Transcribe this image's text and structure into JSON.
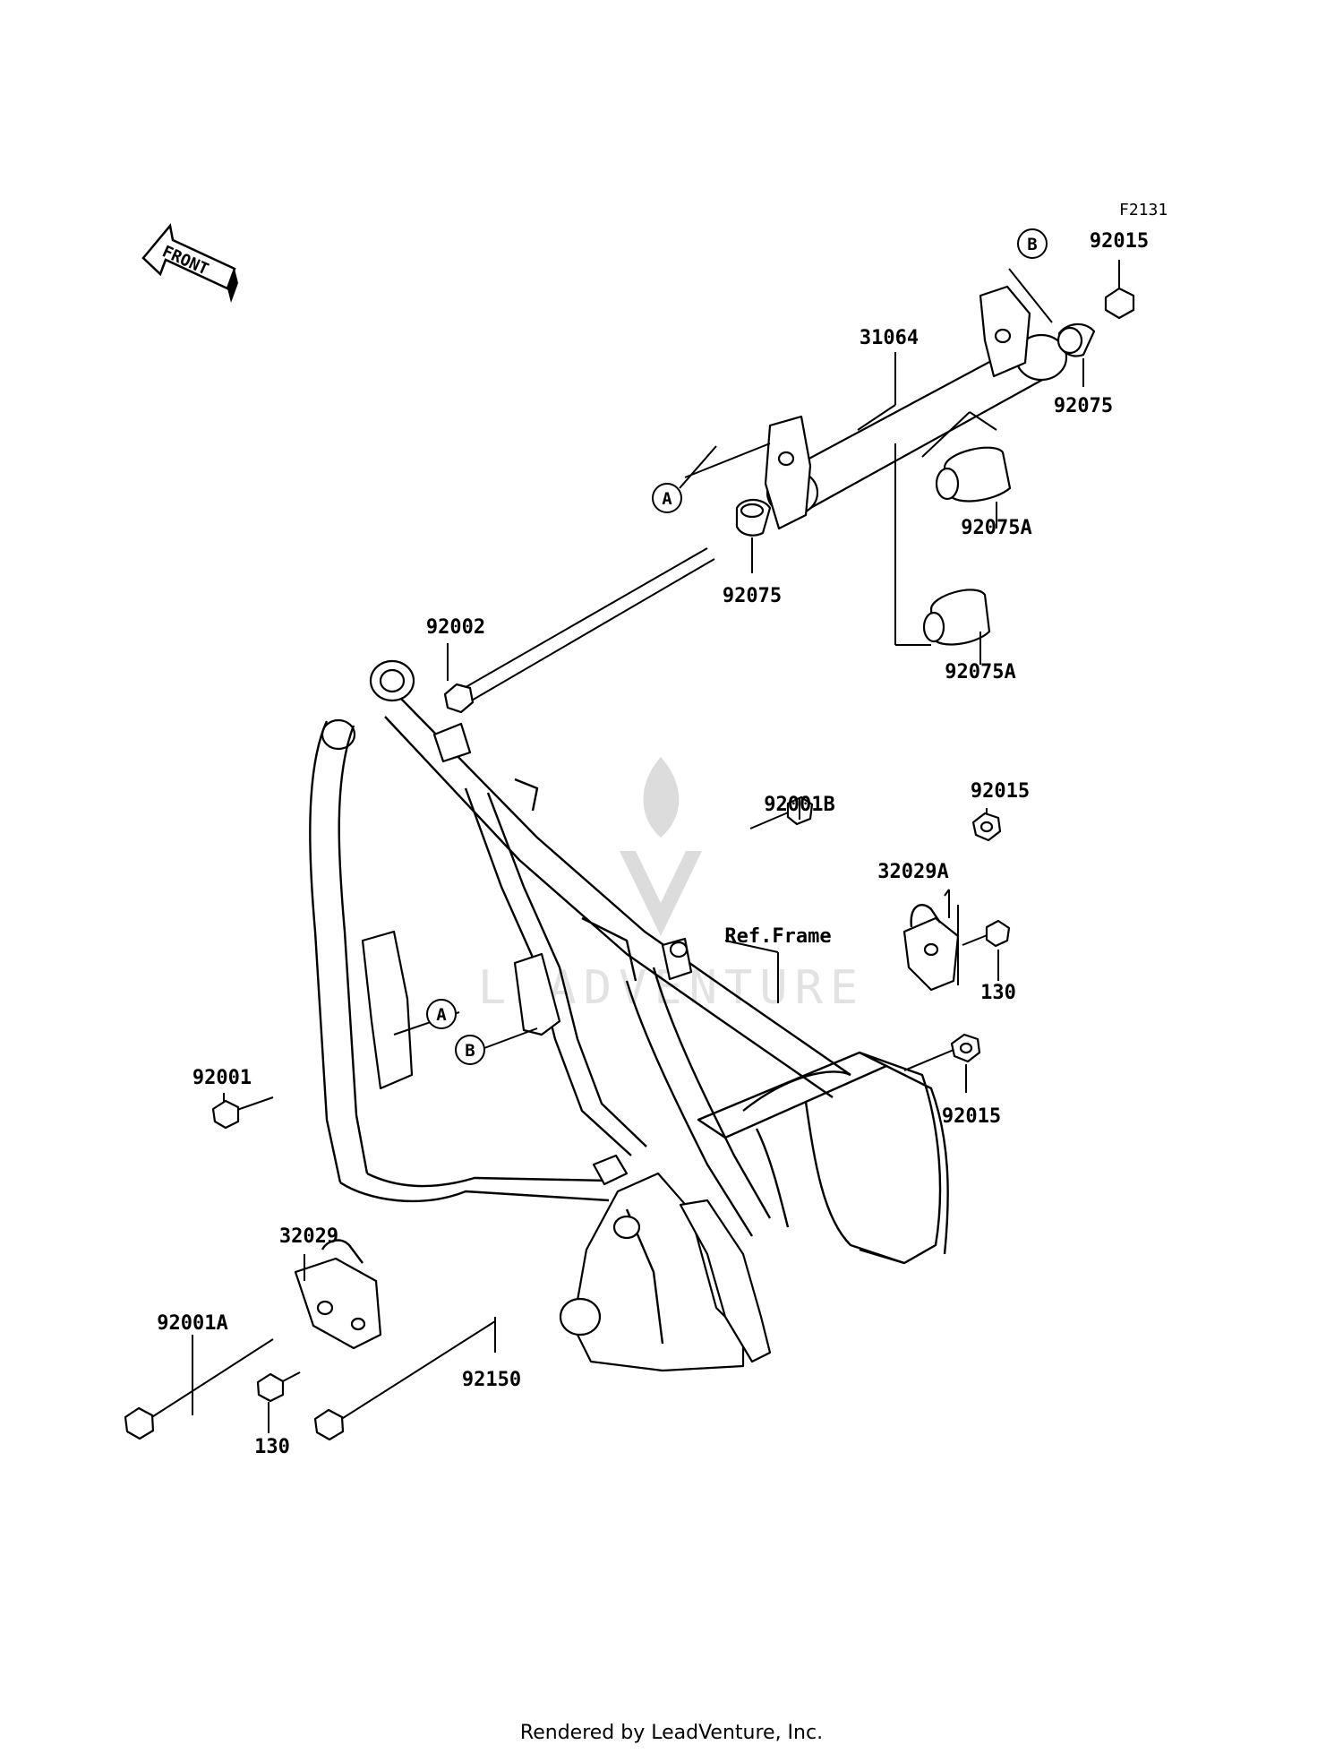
{
  "diagram": {
    "code": "F2131",
    "front_label": "FRONT",
    "watermark": "LEADVENTURE",
    "ref_frame_label": "Ref.Frame",
    "callout_a": "A",
    "callout_b": "B",
    "parts": {
      "p92015_top": "92015",
      "p31064": "31064",
      "p92075_right": "92075",
      "p92075a_upper": "92075A",
      "p92075_left": "92075",
      "p92075a_lower": "92075A",
      "p92002": "92002",
      "p92001b": "92001B",
      "p92015_mid": "92015",
      "p32029a": "32029A",
      "p130_right": "130",
      "p92015_low": "92015",
      "p92001": "92001",
      "p32029": "32029",
      "p92001a": "92001A",
      "p130_left": "130",
      "p92150": "92150"
    }
  },
  "footer": "Rendered by LeadVenture, Inc."
}
